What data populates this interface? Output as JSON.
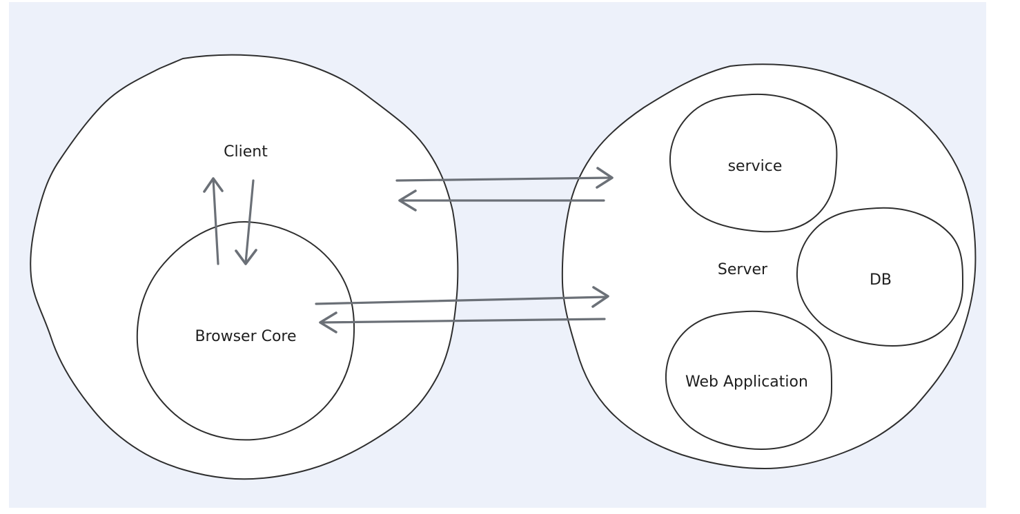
{
  "canvas": {
    "background_color": "#edf1fa",
    "page_margin_color": "#ffffff"
  },
  "styles": {
    "shape_fill": "#ffffff",
    "shape_stroke": "#2e2e2e",
    "arrow_color": "#6b7077",
    "text_color": "#1e1e1e"
  },
  "nodes": {
    "client": {
      "label": "Client"
    },
    "browser_core": {
      "label": "Browser Core"
    },
    "server": {
      "label": "Server"
    },
    "service": {
      "label": "service"
    },
    "db": {
      "label": "DB"
    },
    "web_application": {
      "label": "Web Application"
    }
  },
  "edges": [
    {
      "name": "browser-core-to-client",
      "from": "Browser Core",
      "to": "Client",
      "direction": "up"
    },
    {
      "name": "client-to-browser-core",
      "from": "Client",
      "to": "Browser Core",
      "direction": "down"
    },
    {
      "name": "client-to-server-request",
      "from": "Client",
      "to": "Server",
      "direction": "right"
    },
    {
      "name": "server-to-client-response",
      "from": "Server",
      "to": "Client",
      "direction": "left"
    },
    {
      "name": "browser-core-to-server-request",
      "from": "Browser Core",
      "to": "Server",
      "direction": "right"
    },
    {
      "name": "server-to-browser-core-response",
      "from": "Server",
      "to": "Browser Core",
      "direction": "left"
    }
  ]
}
